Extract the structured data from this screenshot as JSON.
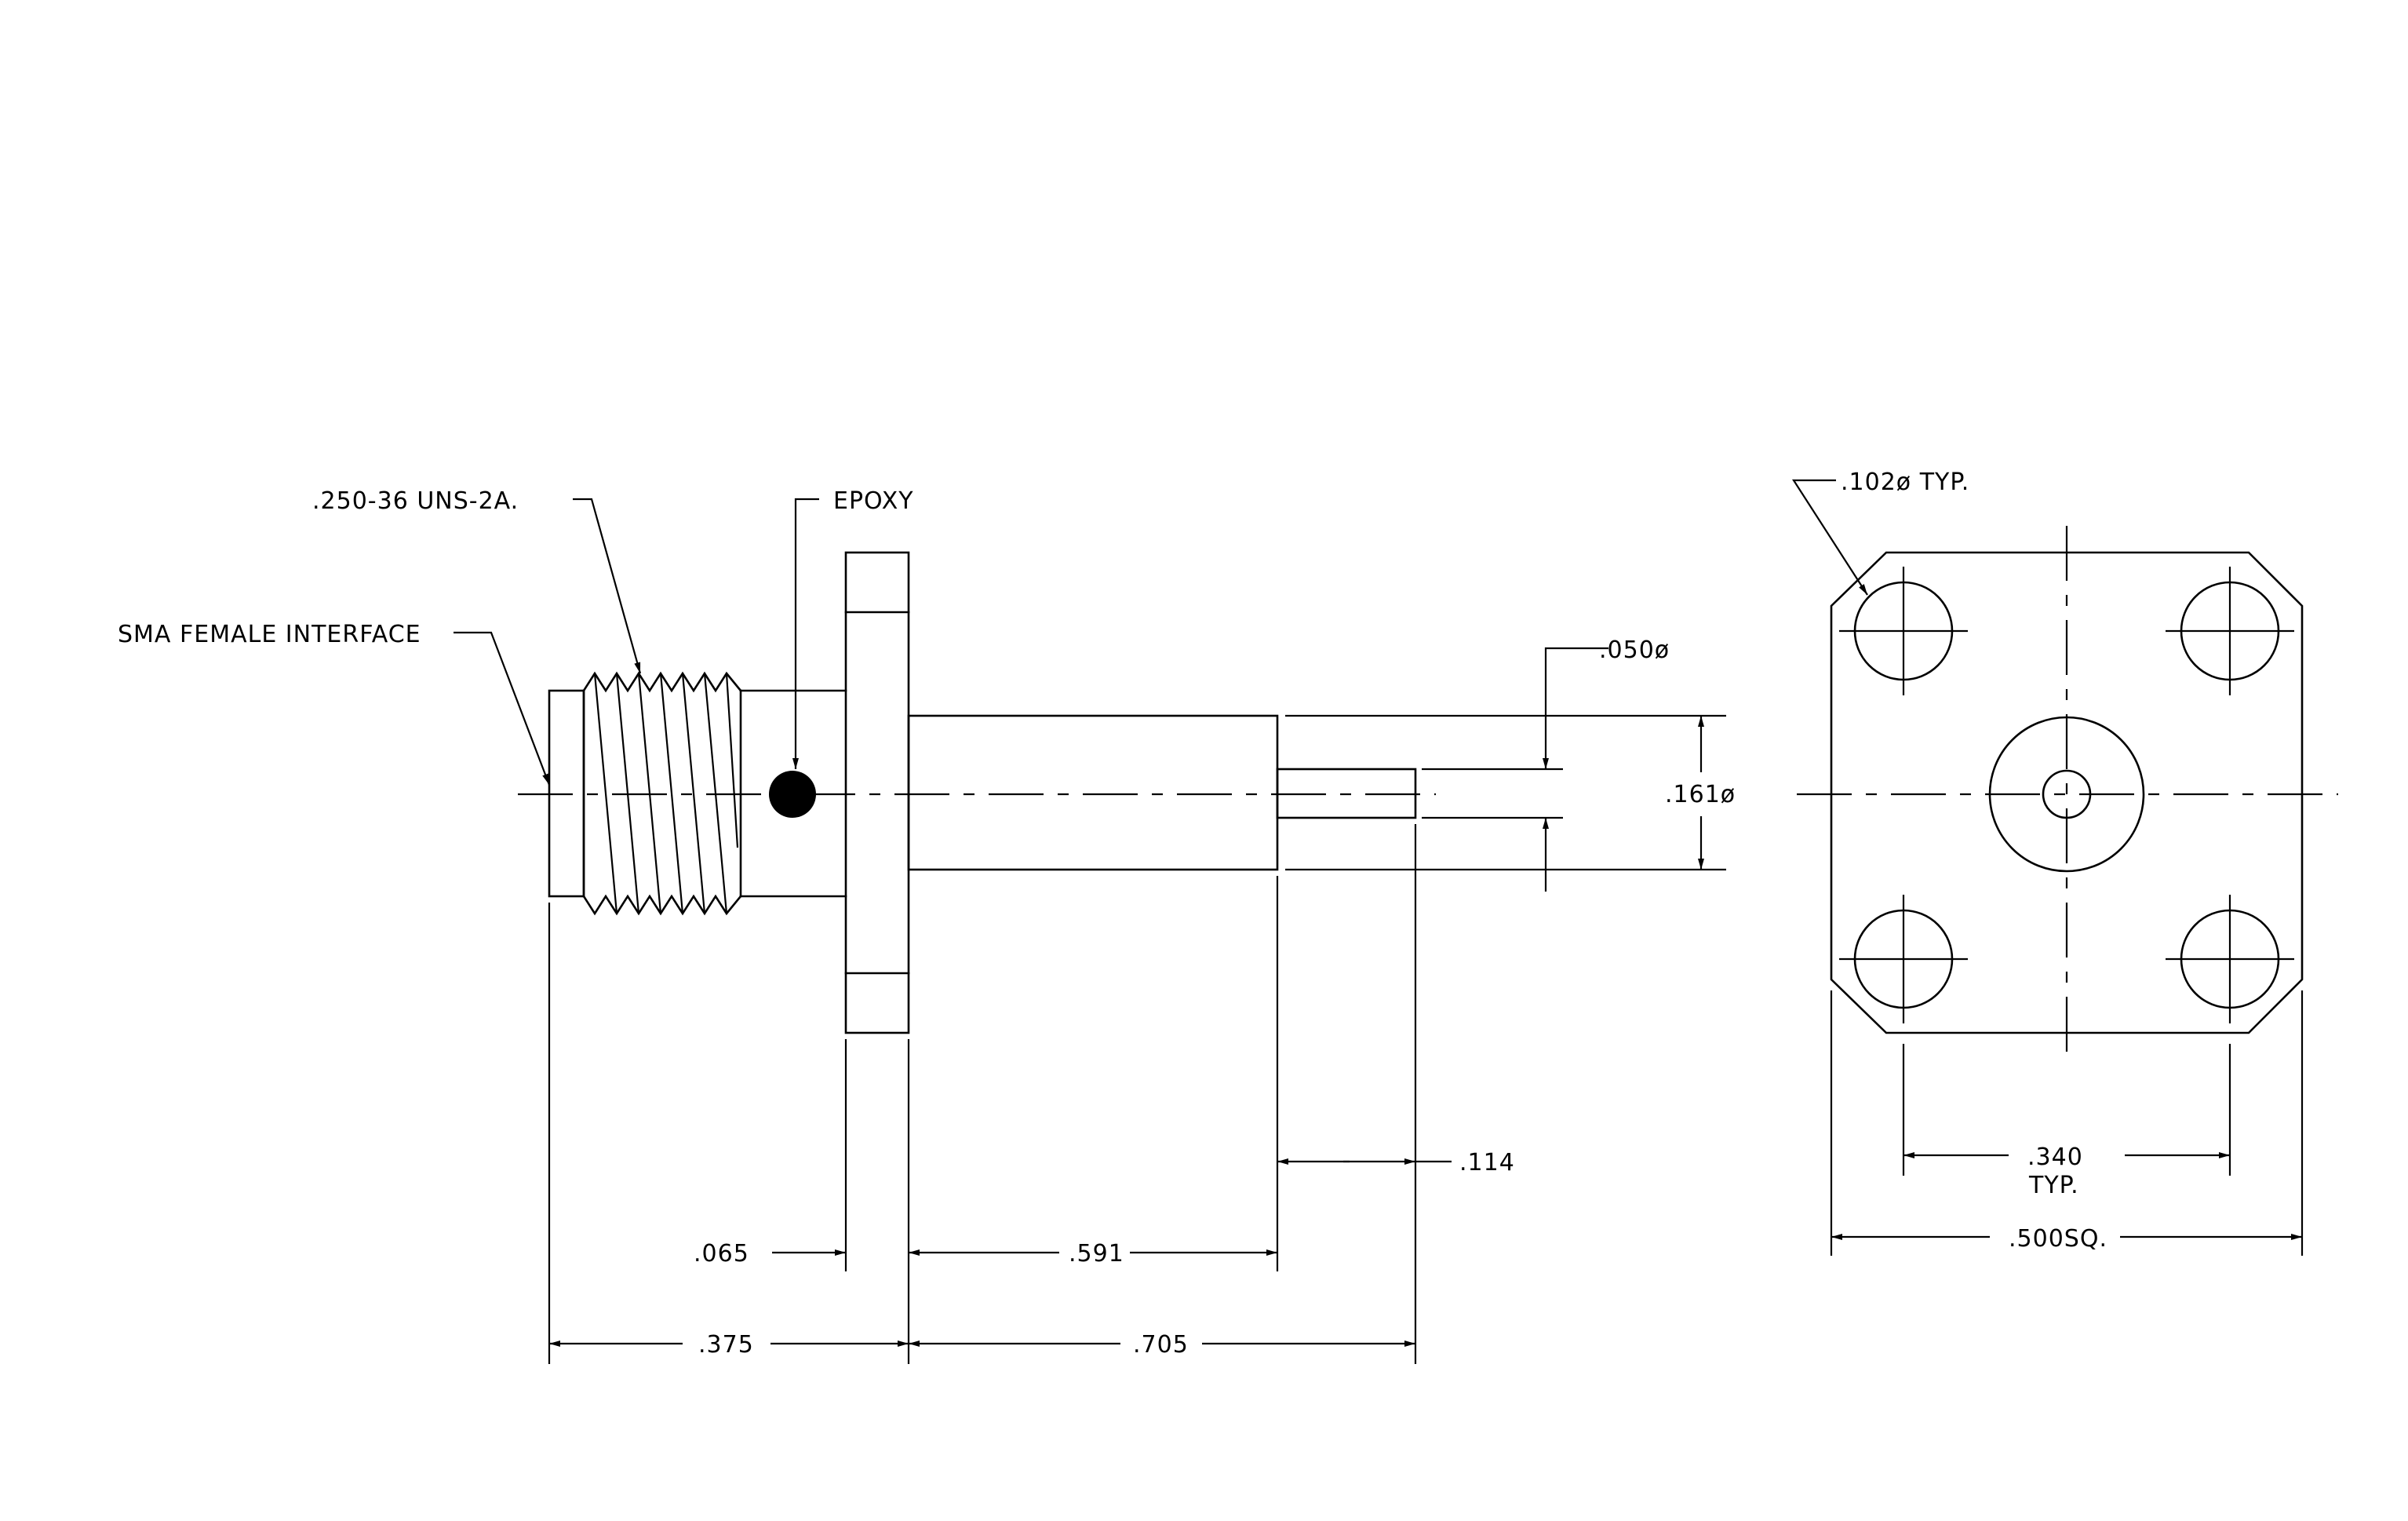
{
  "drawing": {
    "labels": {
      "thread": ".250-36 UNS-2A.",
      "epoxy": "EPOXY",
      "interface": "SMA FEMALE INTERFACE",
      "pin_dia": ".050ø",
      "body_dia": ".161ø",
      "hole_dia": ".102ø TYP.",
      "dim_114": ".114",
      "dim_065": ".065",
      "dim_591": ".591",
      "dim_375": ".375",
      "dim_705": ".705",
      "dim_340": ".340",
      "dim_340_note": "TYP.",
      "dim_500": ".500SQ."
    }
  }
}
